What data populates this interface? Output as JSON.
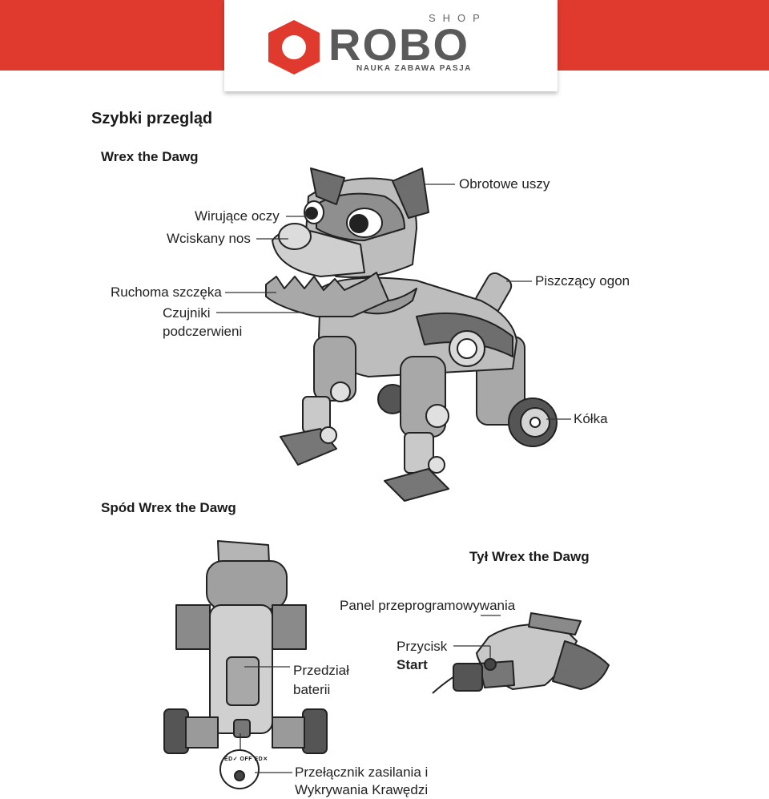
{
  "header": {
    "shop": "SHOP",
    "brand": "ROBO",
    "tagline": "NAUKA ZABAWA PASJA",
    "accent_color": "#e03a2f"
  },
  "page_title": "Szybki przegląd",
  "section_top": {
    "title": "Wrex the Dawg",
    "labels": {
      "ears": "Obrotowe uszy",
      "eyes": "Wirujące oczy",
      "nose": "Wciskany nos",
      "jaw": "Ruchoma szczęka",
      "ir_line1": "Czujniki",
      "ir_line2": "podczerwieni",
      "tail": "Piszczący ogon",
      "wheels": "Kółka"
    }
  },
  "section_bottom": {
    "title": "Spód Wrex the Dawg",
    "labels": {
      "battery_line1": "Przedział",
      "battery_line2": "baterii",
      "switch_line1": "Przełącznik zasilania i",
      "switch_line2": "Wykrywania Krawędzi",
      "switch_marks": [
        "ED✓",
        "OFF",
        "ED✕"
      ]
    }
  },
  "section_back": {
    "title": "Tył Wrex the Dawg",
    "labels": {
      "panel": "Panel przeprogramowywania",
      "start_line1": "Przycisk",
      "start_line2": "Start"
    }
  }
}
